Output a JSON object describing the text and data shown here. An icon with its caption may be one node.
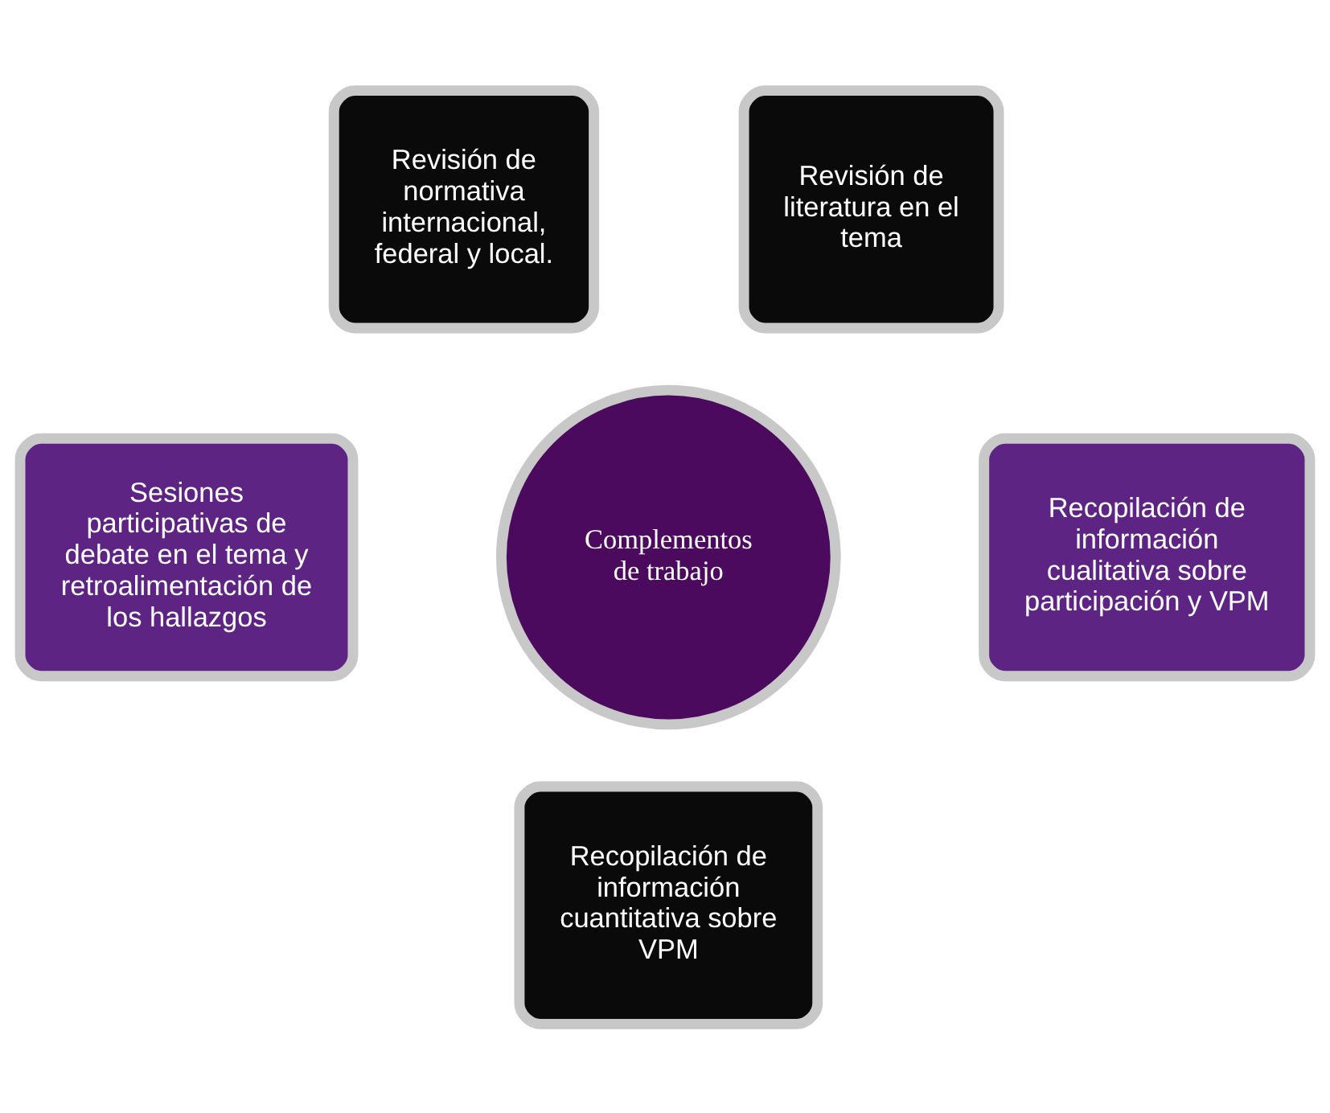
{
  "diagram": {
    "nodes": [
      {
        "text": [
          "Revisión de normativa internacional, federal y local."
        ]
      },
      {
        "text": [
          "Revisión de literatura en el tema"
        ]
      },
      {
        "text": [
          "Complementos de trabajo"
        ]
      },
      {
        "text": [
          "Sesiones participativas de debate en el tema y retroalimentación de los hallazgos"
        ]
      },
      {
        "text": [
          "Recopilación de información cuantitativa sobre VPM"
        ]
      },
      {
        "text": [
          "Recopilación de información cualitativa sobre participación y VPM"
        ]
      }
    ],
    "edges": []
  }
}
